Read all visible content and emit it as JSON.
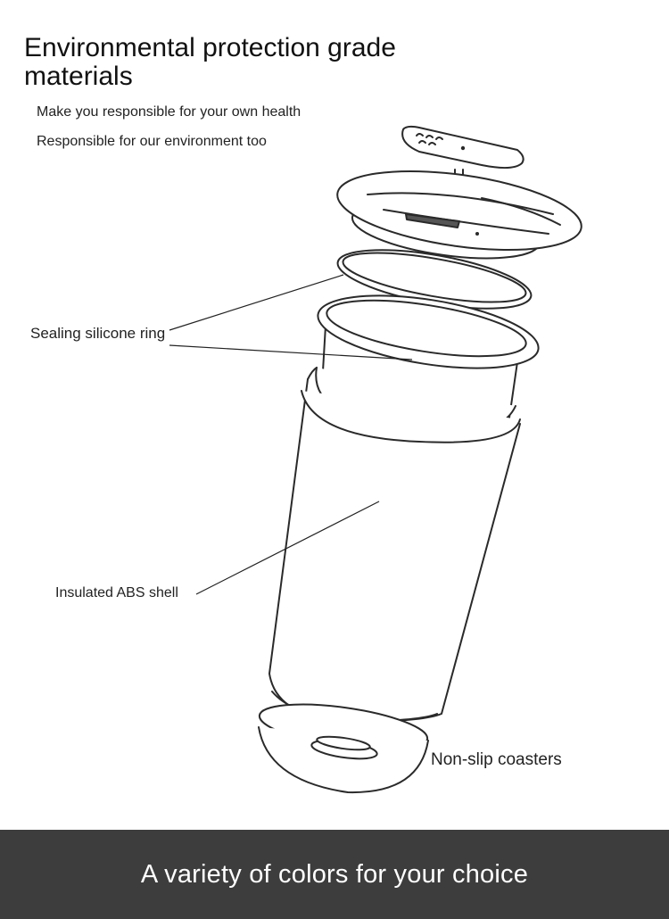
{
  "header": {
    "title": "Environmental protection grade materials",
    "subtitle_1": "Make you responsible for your own health",
    "subtitle_2": "Responsible for our environment too"
  },
  "callouts": {
    "sealing_ring": "Sealing silicone ring",
    "shell": "Insulated ABS shell",
    "coasters": "Non-slip coasters"
  },
  "footer": {
    "text": "A variety of colors for your choice",
    "background": "#3d3d3d"
  }
}
